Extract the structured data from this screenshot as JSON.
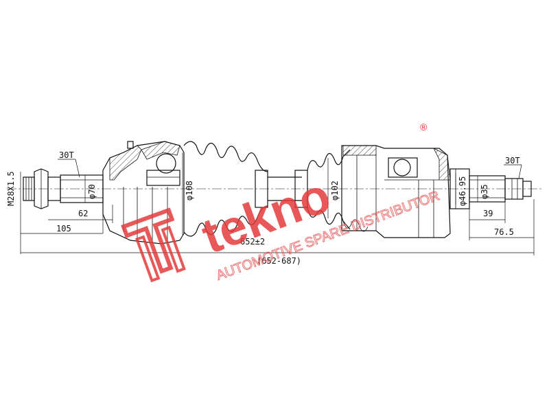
{
  "diagram": {
    "left_spline_teeth": "30T",
    "right_spline_teeth": "30T",
    "left_thread": "M28X1.5",
    "left_shaft_diameter": "φ70",
    "outer_joint_diameter": "φ108",
    "inner_boot_diameter": "φ102",
    "inner_joint_seal_diameter": "φ46.95",
    "right_shaft_diameter": "φ35",
    "left_spline_length": "62",
    "left_overall_length": "105",
    "right_spline_length": "39",
    "right_overall_length": "76.5",
    "overall_length": "652±2",
    "length_range": "(652-687)"
  },
  "watermark": {
    "brand": "tekno",
    "registered_mark": "®",
    "tagline": "AUTOMOTIVE SPARE DISTRIBUTOR",
    "color": "#e53a3a"
  }
}
